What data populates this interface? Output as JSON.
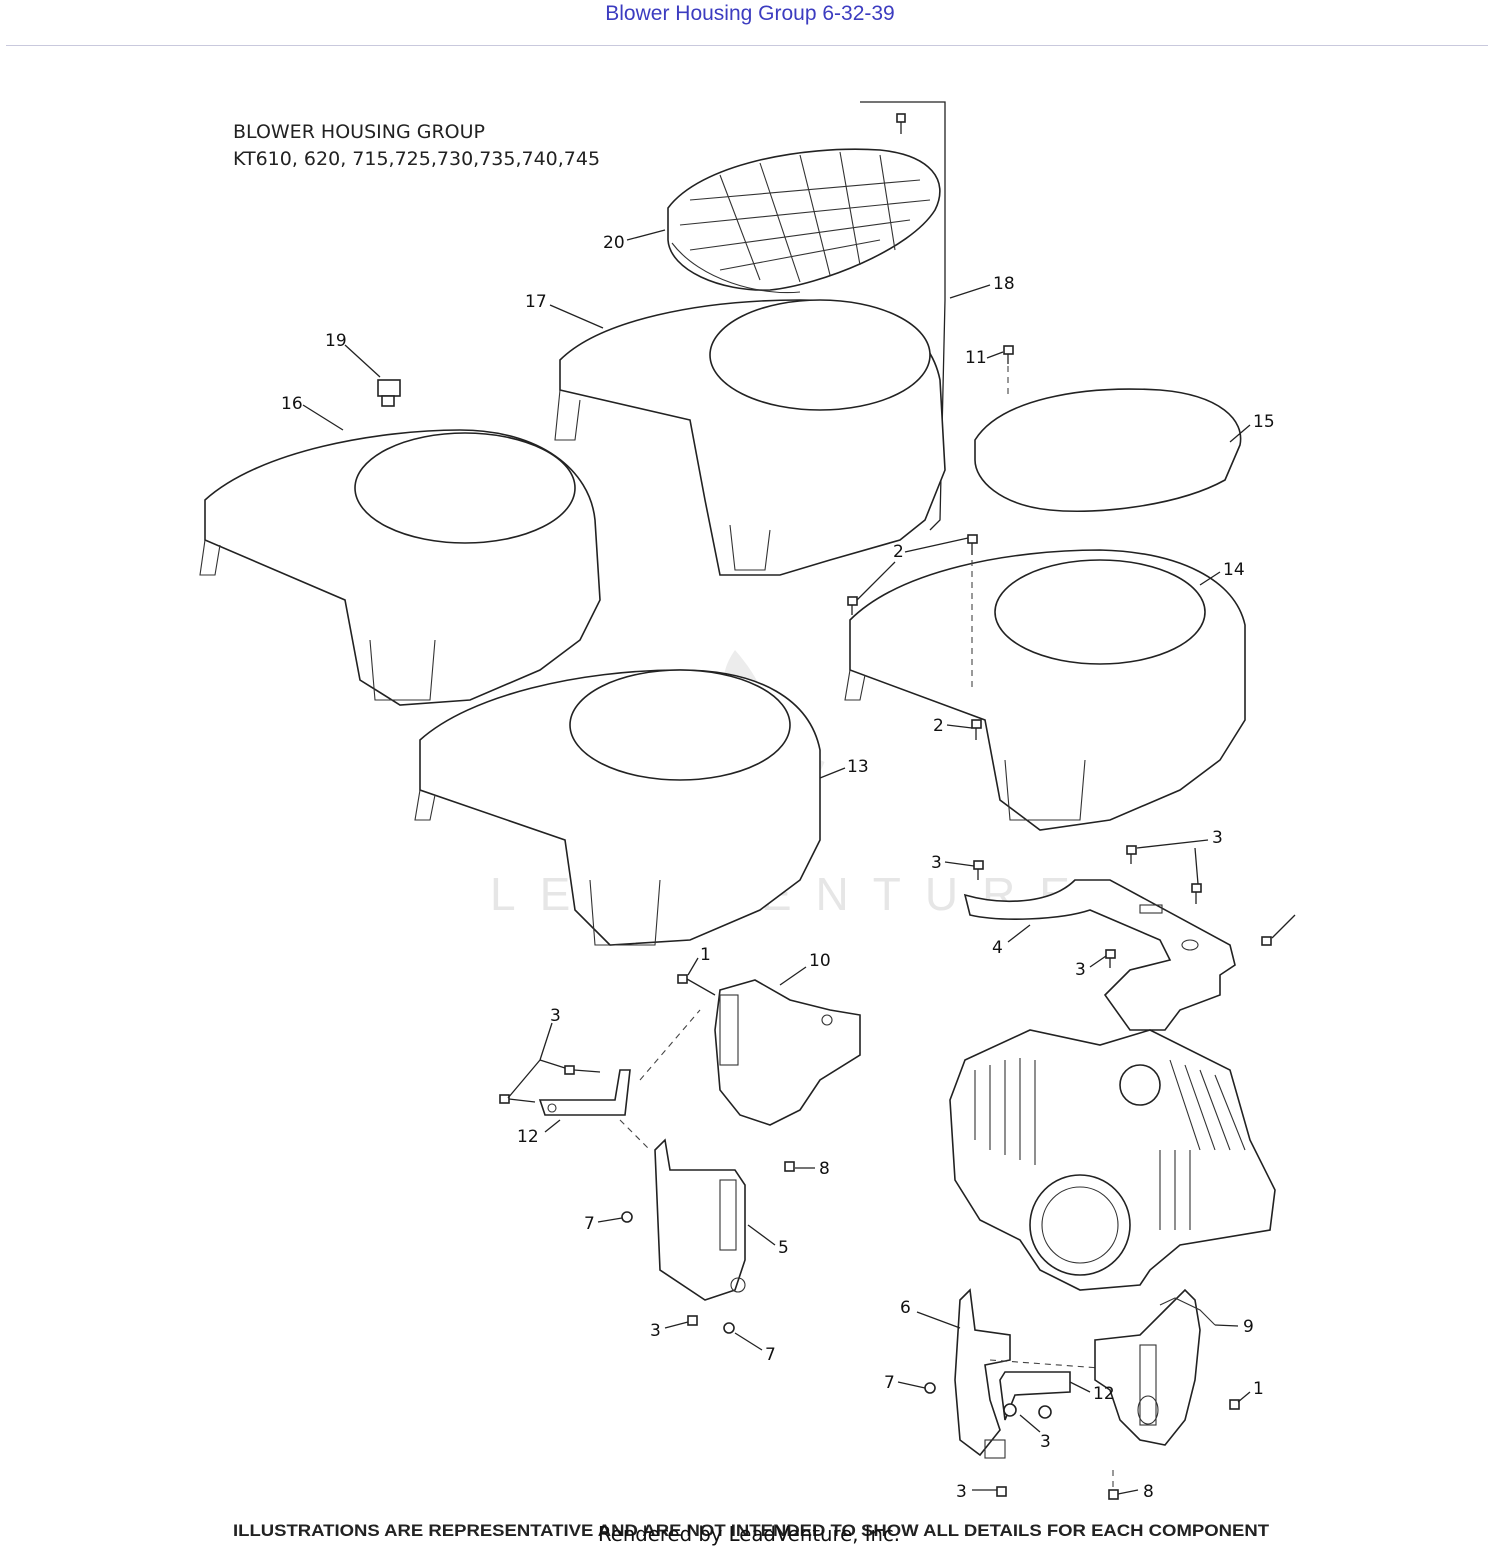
{
  "header": {
    "title": "Blower Housing Group 6-32-39"
  },
  "diagram": {
    "title_line1": "BLOWER HOUSING GROUP",
    "title_line2": "KT610, 620, 715,725,730,735,740,745",
    "watermark": "LEADVENTURE",
    "callouts": {
      "c20": "20",
      "c18": "18",
      "c17": "17",
      "c19": "19",
      "c16": "16",
      "c11": "11",
      "c15": "15",
      "c2a": "2",
      "c14": "14",
      "c2b": "2",
      "c13": "13",
      "c3a": "3",
      "c3b": "3",
      "c4": "4",
      "c3c": "3",
      "c1a": "1",
      "c10": "10",
      "c3d": "3",
      "c12a": "12",
      "c8a": "8",
      "c7a": "7",
      "c5": "5",
      "c3e": "3",
      "c7b": "7",
      "c6": "6",
      "c9": "9",
      "c7c": "7",
      "c12b": "12",
      "c1b": "1",
      "c3f": "3",
      "c3g": "3",
      "c8b": "8"
    }
  },
  "footer": {
    "note": "ILLUSTRATIONS ARE REPRESENTATIVE AND ARE NOT INTENDED TO SHOW ALL DETAILS FOR EACH COMPONENT",
    "rendered_by": "Rendered by LeadVenture, Inc."
  }
}
